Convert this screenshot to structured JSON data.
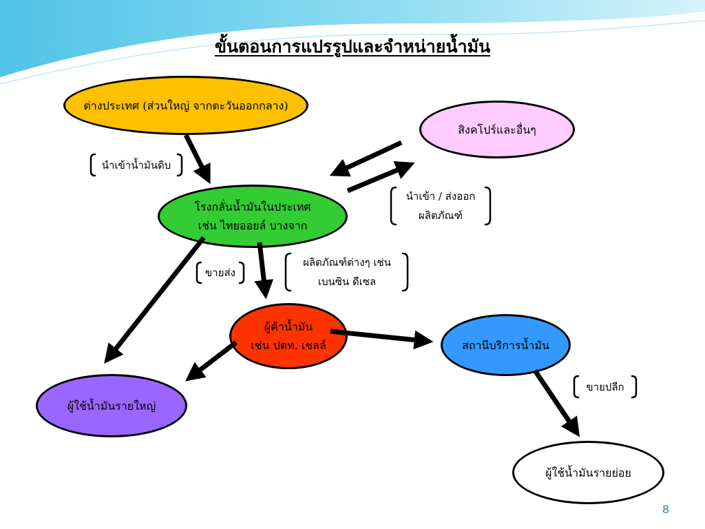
{
  "title": "ขั้นตอนการแปรรูปและจำหน่ายน้ำมัน",
  "page_number": "8",
  "colors": {
    "foreign_node": "#ffc000",
    "singapore_node": "#ffccff",
    "refinery_node": "#33cc33",
    "trader_node": "#ff3300",
    "station_node": "#3399ff",
    "large_user_node": "#9966ff",
    "retail_user_node": "#ffffff",
    "header_wave": "#4fc3e8"
  },
  "nodes": {
    "foreign": {
      "line1": "ต่างประเทศ (ส่วนใหญ่ จากตะวันออกกลาง)"
    },
    "singapore": {
      "line1": "สิงคโปร์และอื่นๆ"
    },
    "refinery": {
      "line1": "โรงกลั่นน้ำมันในประเทศ",
      "line2": "เช่น ไทยออยล์ บางจาก"
    },
    "trader": {
      "line1": "ผู้ค้าน้ำมัน",
      "line2": "เช่น ปตท. เชลล์"
    },
    "station": {
      "line1": "สถานีบริการน้ำมัน"
    },
    "large_user": {
      "line1": "ผู้ใช้น้ำมันรายใหญ่"
    },
    "retail_user": {
      "line1": "ผู้ใช้น้ำมันรายย่อย"
    }
  },
  "labels": {
    "crude_import": {
      "line1": "นำเข้าน้ำมันดิบ"
    },
    "import_export": {
      "line1": "นำเข้า / ส่งออก",
      "line2": "ผลิตภัณฑ์"
    },
    "wholesale": {
      "line1": "ขายส่ง"
    },
    "products": {
      "line1": "ผลิตภัณฑ์ต่างๆ เช่น",
      "line2": "เบนซิน ดีเซล"
    },
    "retail": {
      "line1": "ขายปลีก"
    }
  }
}
